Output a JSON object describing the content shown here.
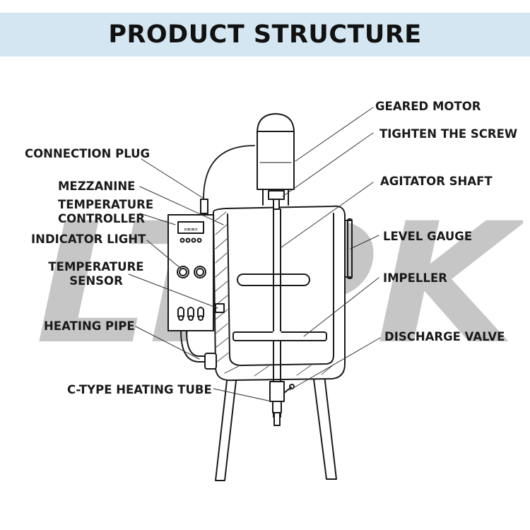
{
  "header": {
    "title": "PRODUCT STRUCTURE",
    "band_color": "#d4e6f1"
  },
  "watermark": {
    "text": "LTPK",
    "color": "#b8b8b8"
  },
  "labels": {
    "geared_motor": "GEARED MOTOR",
    "tighten_screw": "TIGHTEN THE SCREW",
    "connection_plug": "CONNECTION PLUG",
    "agitator_shaft": "AGITATOR SHAFT",
    "mezzanine": "MEZZANINE",
    "temperature_controller_1": "TEMPERATURE",
    "temperature_controller_2": "CONTROLLER",
    "level_gauge": "LEVEL GAUGE",
    "indicator_light": "INDICATOR LIGHT",
    "temperature_sensor_1": "TEMPERATURE",
    "temperature_sensor_2": "SENSOR",
    "impeller": "IMPELLER",
    "heating_pipe": "HEATING PIPE",
    "discharge_valve": "DISCHARGE VALVE",
    "c_type_heating_tube": "C-TYPE HEATING TUBE"
  }
}
